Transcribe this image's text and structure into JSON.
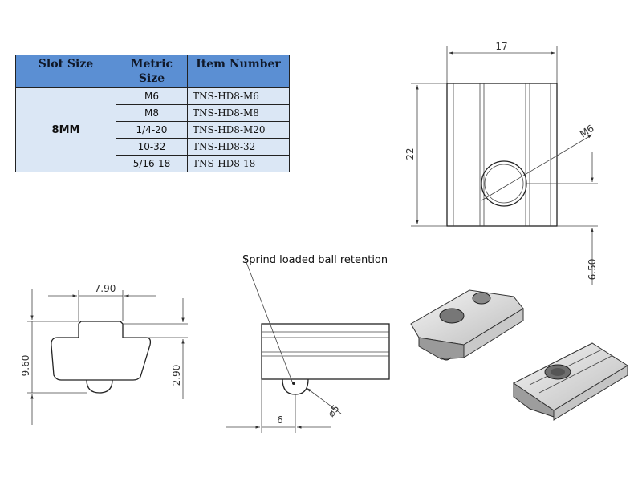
{
  "table": {
    "headers": [
      "Slot Size",
      "Metric Size",
      "Item Number"
    ],
    "slot_size": "8MM",
    "rows": [
      {
        "metric": "M6",
        "item": "TNS-HD8-M6"
      },
      {
        "metric": "M8",
        "item": "TNS-HD8-M8"
      },
      {
        "metric": "1/4-20",
        "item": "TNS-HD8-M20"
      },
      {
        "metric": "10-32",
        "item": "TNS-HD8-32"
      },
      {
        "metric": "5/16-18",
        "item": "TNS-HD8-18"
      }
    ]
  },
  "dimensions": {
    "width_top": "17",
    "height_top": "22",
    "thread": "M6",
    "hole_offset": "6.50",
    "profile_width": "7.90",
    "profile_height": "9.60",
    "flange_height": "2.90",
    "ball_offset": "6",
    "ball_diameter": "⌀5"
  },
  "annotation": "Sprind loaded ball retention",
  "colors": {
    "header_bg": "#5b8fd3",
    "cell_bg": "#dbe7f5"
  }
}
